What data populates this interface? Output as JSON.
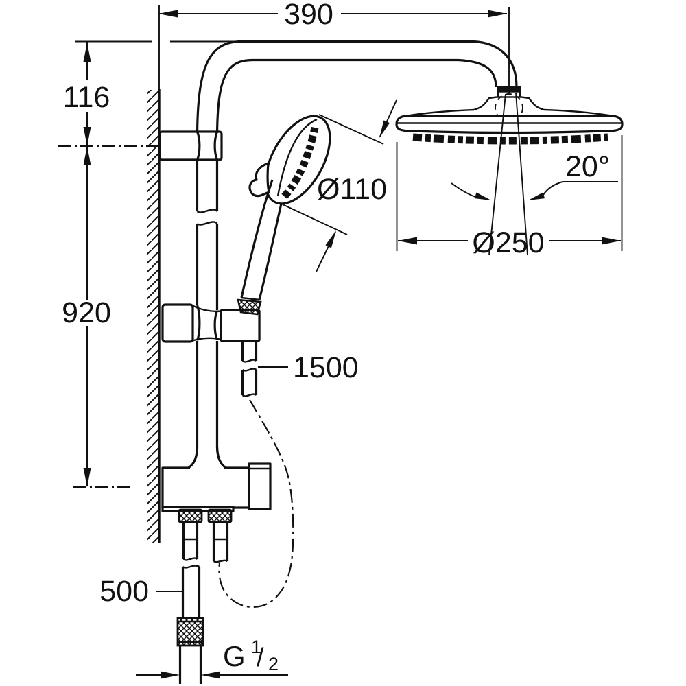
{
  "drawing": {
    "dimensions": {
      "top_width": "390",
      "wall_offset": "116",
      "rail_length": "920",
      "hand_shower_diameter": "Ø110",
      "spray_angle": "20°",
      "head_shower_diameter": "Ø250",
      "shower_hose_length": "1500",
      "supply_hose_length": "500",
      "thread_letter": "G",
      "thread_numerator": "1",
      "thread_slash": "/",
      "thread_denominator": "2"
    },
    "colors": {
      "line": "#111111",
      "background": "#ffffff"
    }
  }
}
